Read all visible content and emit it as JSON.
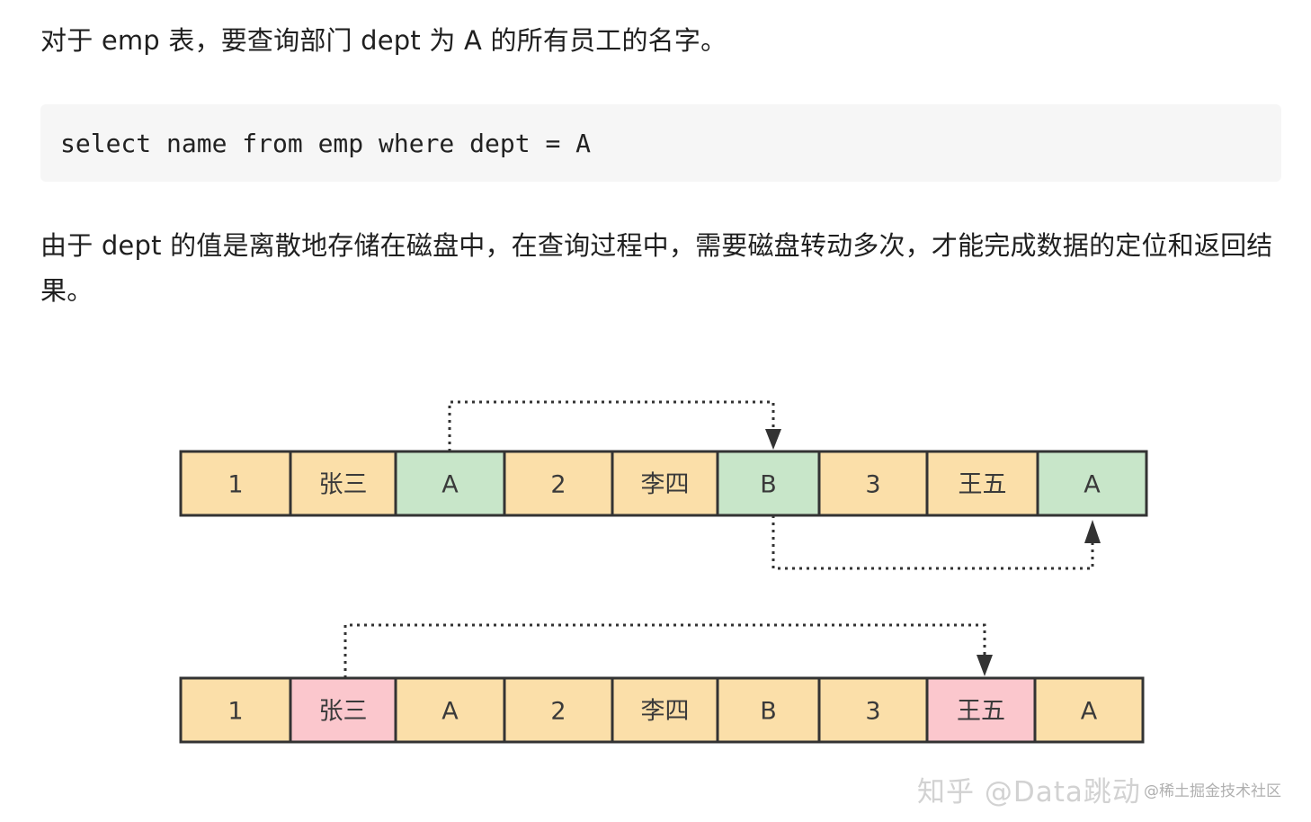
{
  "paragraphs": {
    "intro": "对于 emp 表，要查询部门 dept 为 A 的所有员工的名字。",
    "explanation": "由于 dept 的值是离散地存储在磁盘中，在查询过程中，需要磁盘转动多次，才能完成数据的定位和返回结果。"
  },
  "code": {
    "sql": "select name from emp where dept = A"
  },
  "diagram": {
    "colors": {
      "base": "#fbdfa9",
      "green": "#c8e6c9",
      "pink": "#fbc7cd",
      "border": "#333333"
    },
    "row1": {
      "cells": [
        {
          "label": "1",
          "highlight": "base"
        },
        {
          "label": "张三",
          "highlight": "base"
        },
        {
          "label": "A",
          "highlight": "green"
        },
        {
          "label": "2",
          "highlight": "base"
        },
        {
          "label": "李四",
          "highlight": "base"
        },
        {
          "label": "B",
          "highlight": "green"
        },
        {
          "label": "3",
          "highlight": "base"
        },
        {
          "label": "王五",
          "highlight": "base"
        },
        {
          "label": "A",
          "highlight": "green"
        }
      ]
    },
    "row2": {
      "cells": [
        {
          "label": "1",
          "highlight": "base"
        },
        {
          "label": "张三",
          "highlight": "pink"
        },
        {
          "label": "A",
          "highlight": "base"
        },
        {
          "label": "2",
          "highlight": "base"
        },
        {
          "label": "李四",
          "highlight": "base"
        },
        {
          "label": "B",
          "highlight": "base"
        },
        {
          "label": "3",
          "highlight": "base"
        },
        {
          "label": "王五",
          "highlight": "pink"
        },
        {
          "label": "A",
          "highlight": "base"
        }
      ]
    }
  },
  "watermark": {
    "zhihu": "知乎 @Data跳动",
    "juejin": "@稀土掘金技术社区"
  }
}
